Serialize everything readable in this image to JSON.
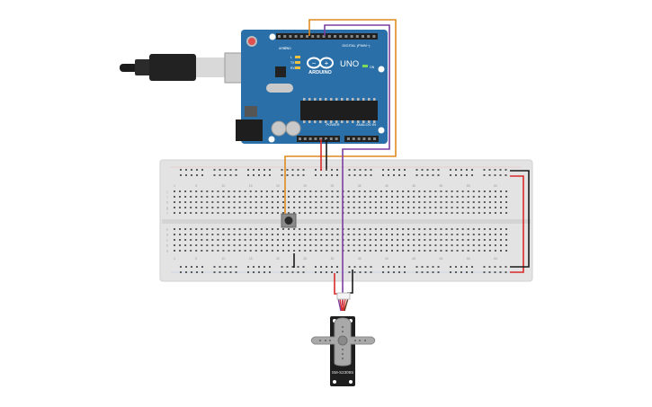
{
  "arduino": {
    "model": "UNO",
    "brand": "ARDUINO",
    "digital_label": "DIGITAL (PWM~)",
    "power_label": "POWER",
    "analog_label": "ANALOG IN",
    "tx_label": "TX",
    "rx_label": "RX",
    "l_label": "L",
    "on_label": "ON",
    "aref_label": "AREF",
    "gnd_label": "GND",
    "board_color": "#2a6fa8"
  },
  "breadboard": {
    "column_numbers": [
      "1",
      "5",
      "10",
      "15",
      "20",
      "25",
      "30",
      "35",
      "40",
      "45",
      "50",
      "55",
      "60"
    ],
    "row_letters_top": [
      "j",
      "i",
      "h",
      "g",
      "f"
    ],
    "row_letters_bottom": [
      "e",
      "d",
      "c",
      "b",
      "a"
    ]
  },
  "servo": {
    "model": "SM-S2309S"
  },
  "wires": {
    "orange": "#e08a1e",
    "purple": "#7b3fa0",
    "red": "#d92a2a",
    "black": "#1a1a1a"
  }
}
